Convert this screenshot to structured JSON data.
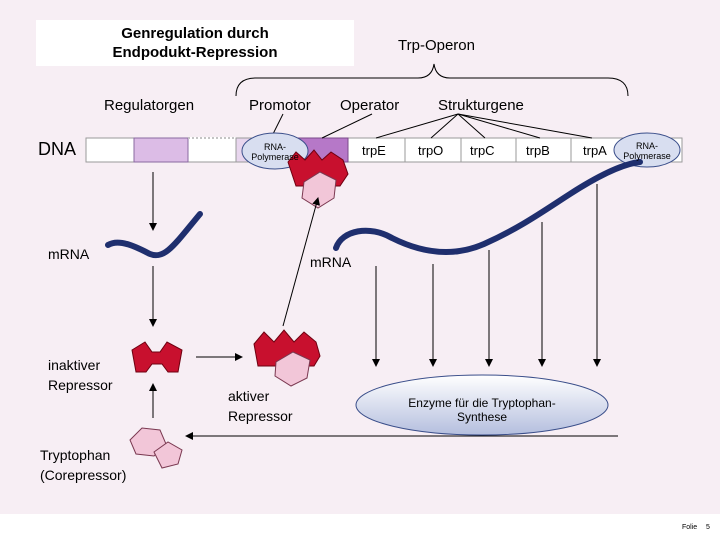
{
  "title": {
    "line1": "Genregulation durch",
    "line2": "Endpodukt-Repression"
  },
  "operon_label": "Trp-Operon",
  "regions": {
    "regulator": "Regulatorgen",
    "promotor": "Promotor",
    "operator": "Operator",
    "structural": "Strukturgene"
  },
  "dna_label": "DNA",
  "genes": [
    "trpE",
    "trpO",
    "trpC",
    "trpB",
    "trpA"
  ],
  "polymerase": {
    "line1": "RNA-",
    "line2": "Polymerase"
  },
  "mrna_left": "mRNA",
  "mrna_right": "mRNA",
  "inactive_repressor": {
    "line1": "inaktiver",
    "line2": "Repressor"
  },
  "active_repressor": {
    "line1": "aktiver",
    "line2": "Repressor"
  },
  "enzyme": {
    "line1": "Enzyme für die Tryptophan-",
    "line2": "Synthese"
  },
  "tryptophan": {
    "line1": "Tryptophan",
    "line2": "(Corepressor)"
  },
  "footer": {
    "label": "Folie",
    "number": "5"
  },
  "colors": {
    "dna_fill": "#ffffff",
    "regulator_box": "#dcbce6",
    "operator_box": "#b678c8",
    "mrna": "#1f2f6e",
    "repressor": "#c8102e",
    "tryptophan": "#f2c6d8",
    "polymerase": "#d8def0"
  }
}
